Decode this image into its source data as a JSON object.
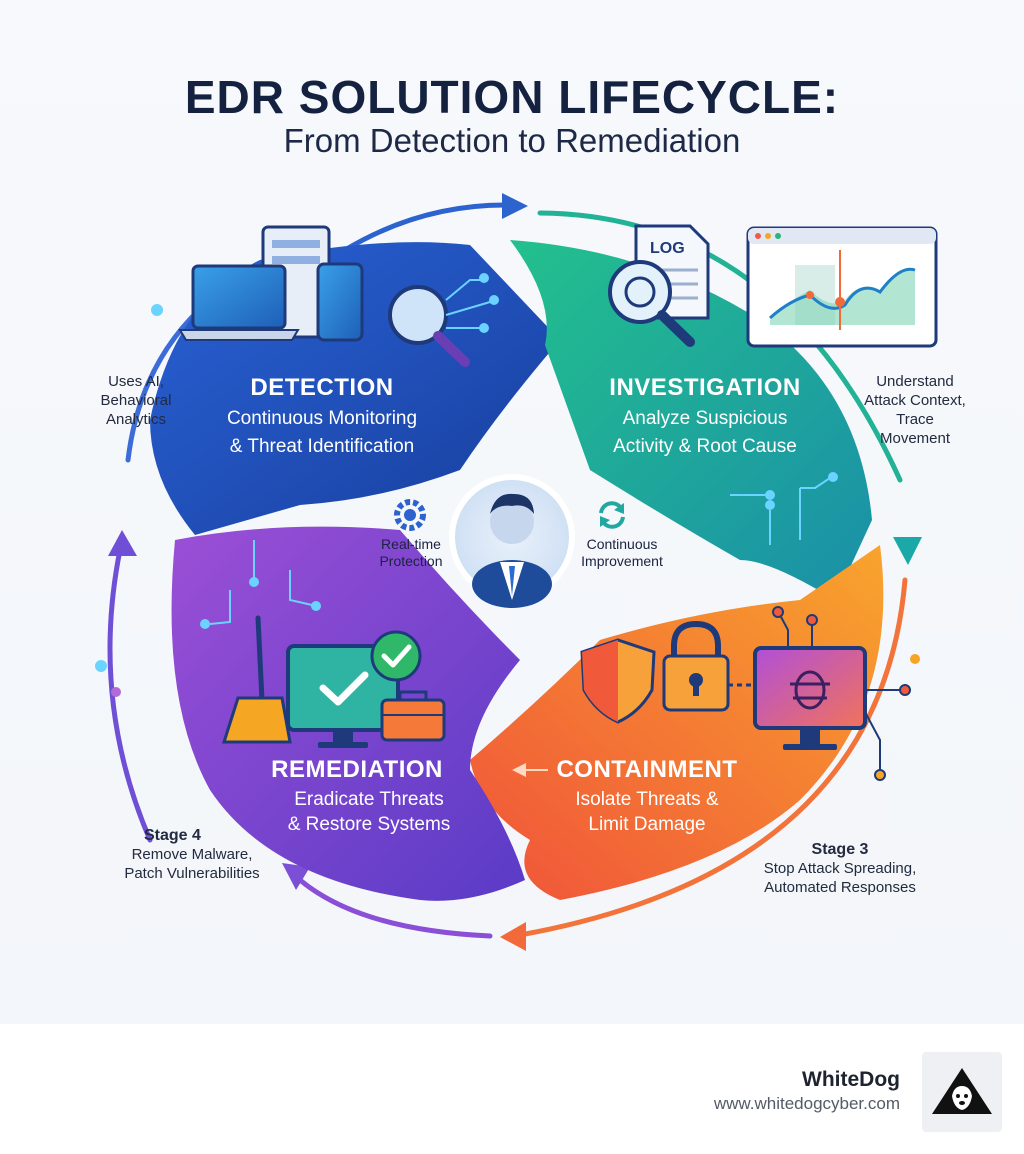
{
  "header": {
    "title": "EDR SOLUTION LIFECYCLE:",
    "subtitle": "From Detection to Remediation"
  },
  "stages": [
    {
      "title": "DETECTION",
      "line1": "Continuous Monitoring",
      "line2": "& Threat Identification",
      "color": "#1f4fb5"
    },
    {
      "title": "INVESTIGATION",
      "line1": "Analyze Suspicious",
      "line2": "Activity & Root Cause",
      "color": "#1fae97"
    },
    {
      "title": "CONTAINMENT",
      "line1": "Isolate Threats &",
      "line2": "Limit Damage",
      "color": "#f5782d"
    },
    {
      "title": "REMEDIATION",
      "line1": "Eradicate Threats",
      "line2": "& Restore Systems",
      "color": "#7b4fd6"
    }
  ],
  "notes": {
    "detection": {
      "line1": "Uses AI,",
      "line2": "Behavioral",
      "line3": "Analytics"
    },
    "investigation": {
      "line1": "Understand",
      "line2": "Attack Context,",
      "line3": "Trace",
      "line4": "Movement"
    },
    "containment": {
      "stage": "Stage 3",
      "line1": "Stop Attack Spreading,",
      "line2": "Automated Responses"
    },
    "remediation": {
      "stage": "Stage 4",
      "line1": "Remove Malware,",
      "line2": "Patch Vulnerabilities"
    }
  },
  "center": {
    "left_line1": "Real-time",
    "left_line2": "Protection",
    "right_line1": "Continuous",
    "right_line2": "Improvement"
  },
  "icons": {
    "log_label": "LOG"
  },
  "footer": {
    "brand": "WhiteDog",
    "url": "www.whitedogcyber.com"
  }
}
